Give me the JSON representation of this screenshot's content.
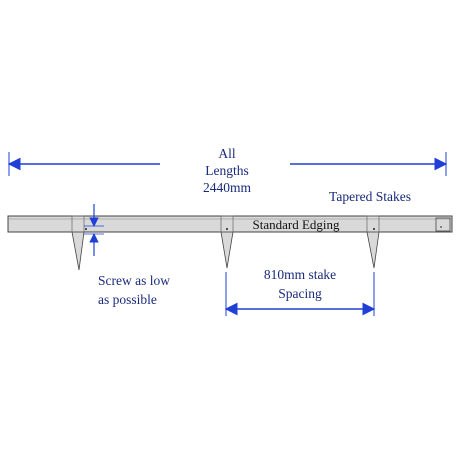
{
  "labels": {
    "all_lengths_1": "All",
    "all_lengths_2": "Lengths",
    "all_lengths_3": "2440mm",
    "tapered_stakes": "Tapered Stakes",
    "standard_edging": "Standard Edging",
    "screw_1": "Screw as low",
    "screw_2": "as possible",
    "spacing_1": "810mm stake",
    "spacing_2": "Spacing"
  },
  "colors": {
    "dimension_line": "#1f3fd6",
    "label_text": "#1a2a7a",
    "edging_fill": "#d9d9d9",
    "outline": "#444444"
  }
}
